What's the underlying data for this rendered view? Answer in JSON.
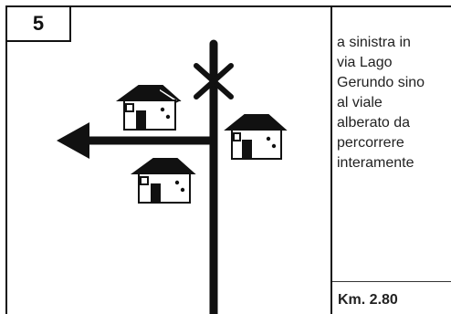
{
  "step": {
    "number": "5"
  },
  "instructions": {
    "lines": [
      "a sinistra in",
      "via Lago",
      "Gerundo sino",
      "al viale",
      "alberato da",
      "percorrere",
      "interamente"
    ]
  },
  "distance": {
    "label": "Km. 2.80"
  }
}
